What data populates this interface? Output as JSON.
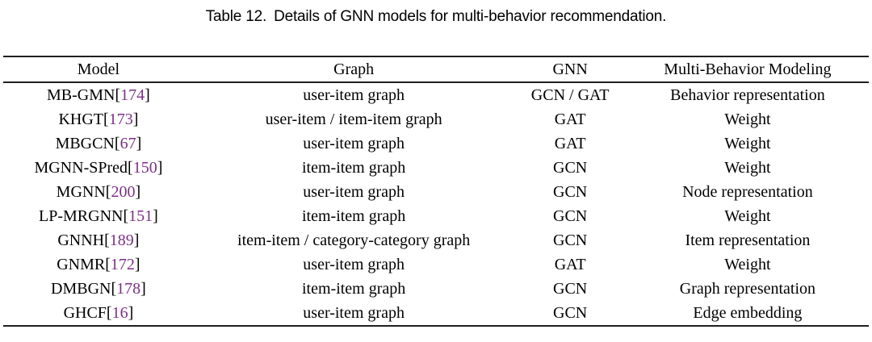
{
  "caption": {
    "label": "Table 12.",
    "text": "Details of GNN models for multi-behavior recommendation."
  },
  "table": {
    "columns": [
      "Model",
      "Graph",
      "GNN",
      "Multi-Behavior Modeling"
    ],
    "citation_open": "[",
    "citation_close": "]",
    "rows": [
      {
        "model": "MB-GMN",
        "cite": "174",
        "graph": "user-item graph",
        "gnn": "GCN / GAT",
        "modeling": "Behavior representation"
      },
      {
        "model": "KHGT",
        "cite": "173",
        "graph": "user-item / item-item graph",
        "gnn": "GAT",
        "modeling": "Weight"
      },
      {
        "model": "MBGCN",
        "cite": "67",
        "graph": "user-item graph",
        "gnn": "GAT",
        "modeling": "Weight"
      },
      {
        "model": "MGNN-SPred",
        "cite": "150",
        "graph": "item-item graph",
        "gnn": "GCN",
        "modeling": "Weight"
      },
      {
        "model": "MGNN",
        "cite": "200",
        "graph": "user-item graph",
        "gnn": "GCN",
        "modeling": "Node representation"
      },
      {
        "model": "LP-MRGNN",
        "cite": "151",
        "graph": "item-item graph",
        "gnn": "GCN",
        "modeling": "Weight"
      },
      {
        "model": "GNNH",
        "cite": "189",
        "graph": "item-item / category-category graph",
        "gnn": "GCN",
        "modeling": "Item representation"
      },
      {
        "model": "GNMR",
        "cite": "172",
        "graph": "user-item graph",
        "gnn": "GAT",
        "modeling": "Weight"
      },
      {
        "model": "DMBGN",
        "cite": "178",
        "graph": "item-item graph",
        "gnn": "GCN",
        "modeling": "Graph representation"
      },
      {
        "model": "GHCF",
        "cite": "16",
        "graph": "user-item graph",
        "gnn": "GCN",
        "modeling": "Edge embedding"
      }
    ],
    "colors": {
      "citation": "#7D2F87",
      "rule": "#1f1f1f",
      "text": "#000000"
    }
  }
}
